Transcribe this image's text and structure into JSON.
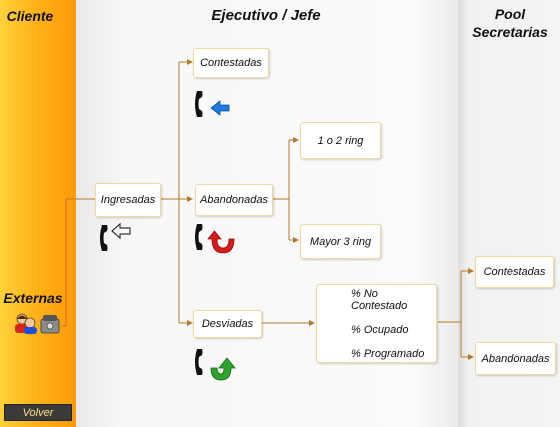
{
  "columns": {
    "cliente": "Cliente",
    "ejecutivo": "Ejecutivo / Jefe",
    "pool_line1": "Pool",
    "pool_line2": "Secretarias"
  },
  "client": {
    "externas": "Externas"
  },
  "nodes": {
    "ingresadas": "Ingresadas",
    "contestadas": "Contestadas",
    "abandonadas": "Abandonadas",
    "desviadas": "Desviadas",
    "ring_1_2": "1 o 2 ring",
    "ring_mayor_3": "Mayor 3 ring",
    "pool_contestadas": "Contestadas",
    "pool_abandonadas": "Abandonadas"
  },
  "desviadas_reasons": [
    "% No Contestado",
    "% Ocupado",
    "% Programado"
  ],
  "icons": {
    "ingresadas": "phone-incoming-arrow-icon",
    "contestadas": "phone-blue-arrow-icon",
    "abandonadas": "phone-red-uturn-icon",
    "desviadas": "phone-green-redirect-icon",
    "externas": "external-callers-icon"
  },
  "colors": {
    "connector": "#b8782a",
    "left_column": "#ffb31a",
    "arrow_blue": "#1e7be0",
    "arrow_red": "#d91a1a",
    "arrow_green": "#2fa32f"
  },
  "footer": {
    "volver_label": "Volver"
  }
}
